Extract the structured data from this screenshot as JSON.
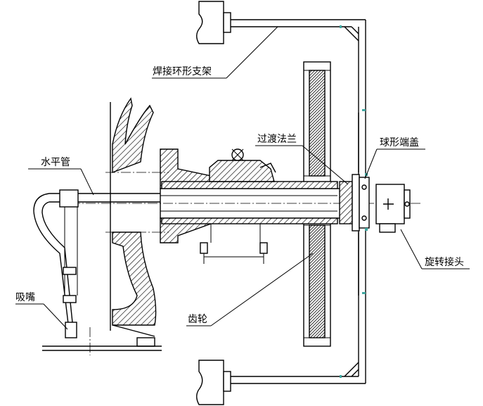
{
  "labels": {
    "welded_ring_frame": "焊接环形支架",
    "transition_flange": "过渡法兰",
    "spherical_end_cap": "球形端盖",
    "horizontal_pipe": "水平管",
    "suction_nozzle": "吸嘴",
    "rotary_joint": "旋转接头",
    "gear": "齿轮"
  },
  "colors": {
    "line": "#000000",
    "background": "#ffffff",
    "weld_mark": "#3fa7a0"
  }
}
